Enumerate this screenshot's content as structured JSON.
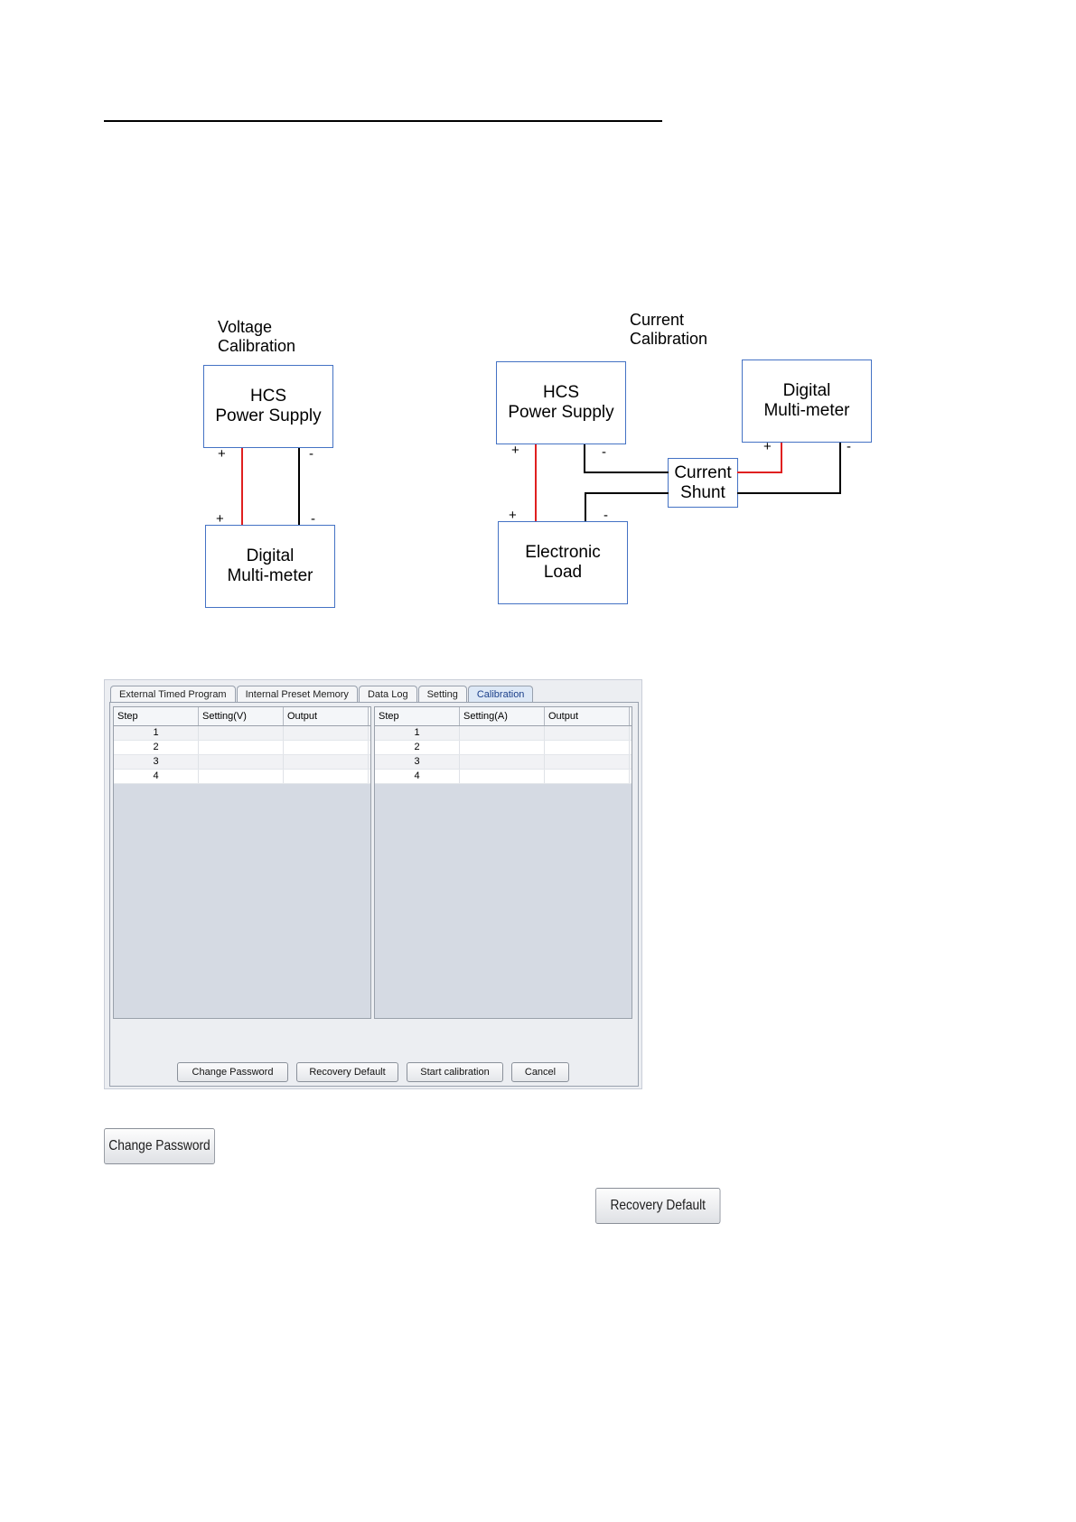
{
  "voltage_diagram": {
    "caption_line1": "Voltage",
    "caption_line2": "Calibration",
    "psu_line1": "HCS",
    "psu_line2": "Power Supply",
    "dmm_line1": "Digital",
    "dmm_line2": "Multi-meter",
    "plus": "+",
    "minus": "-"
  },
  "current_diagram": {
    "caption_line1": "Current",
    "caption_line2": "Calibration",
    "psu_line1": "HCS",
    "psu_line2": "Power Supply",
    "dmm_line1": "Digital",
    "dmm_line2": "Multi-meter",
    "shunt_line1": "Current",
    "shunt_line2": "Shunt",
    "load_line1": "Electronic",
    "load_line2": "Load",
    "plus": "+",
    "minus": "-"
  },
  "panel": {
    "tabs": [
      "External Timed Program",
      "Internal Preset Memory",
      "Data Log",
      "Setting",
      "Calibration"
    ],
    "active_tab": "Calibration",
    "voltage_table": {
      "columns": [
        "Step",
        "Setting(V)",
        "Output"
      ],
      "rows": [
        [
          "1",
          "",
          ""
        ],
        [
          "2",
          "",
          ""
        ],
        [
          "3",
          "",
          ""
        ],
        [
          "4",
          "",
          ""
        ]
      ]
    },
    "current_table": {
      "columns": [
        "Step",
        "Setting(A)",
        "Output"
      ],
      "rows": [
        [
          "1",
          "",
          ""
        ],
        [
          "2",
          "",
          ""
        ],
        [
          "3",
          "",
          ""
        ],
        [
          "4",
          "",
          ""
        ]
      ]
    },
    "buttons": {
      "change_password": "Change Password",
      "recovery_default": "Recovery Default",
      "start_calibration": "Start calibration",
      "cancel": "Cancel"
    }
  },
  "standalone_buttons": {
    "change_password": "Change Password",
    "recovery_default": "Recovery Default"
  },
  "colors": {
    "box_border": "#4472c4",
    "positive_wire": "#e02020",
    "negative_wire": "#000000",
    "active_tab": "#dde8f6"
  }
}
